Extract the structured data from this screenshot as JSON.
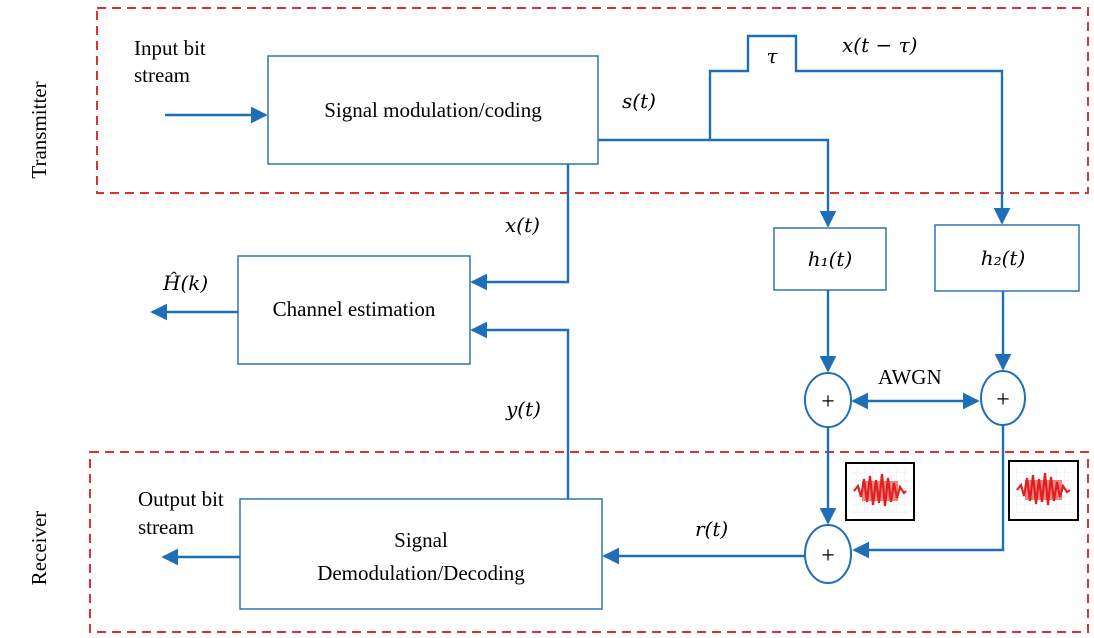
{
  "sections": {
    "transmitter_label": "Transmitter",
    "receiver_label": "Receiver"
  },
  "blocks": {
    "modulation": "Signal modulation/coding",
    "channel_estimation": "Channel estimation",
    "demod_line1": "Signal",
    "demod_line2": "Demodulation/Decoding",
    "h1": "h₁(t)",
    "h2": "h₂(t)",
    "delay": "τ",
    "plus": "+"
  },
  "labels": {
    "input_line1": "Input bit",
    "input_line2": "stream",
    "output_line1": "Output bit",
    "output_line2": "stream",
    "s_t": "s(t)",
    "x_t": "x(t)",
    "x_t_tau": "x(t − τ)",
    "y_t": "y(t)",
    "r_t": "r(t)",
    "h_hat": "Ĥ(k)",
    "awgn": "AWGN"
  },
  "colors": {
    "line": "#1f6fb8",
    "box": "#2e75b6",
    "dashed": "#e03030",
    "noise": "#e02020"
  },
  "icons": [
    "noise-waveform-thumbnail-left",
    "noise-waveform-thumbnail-right"
  ]
}
